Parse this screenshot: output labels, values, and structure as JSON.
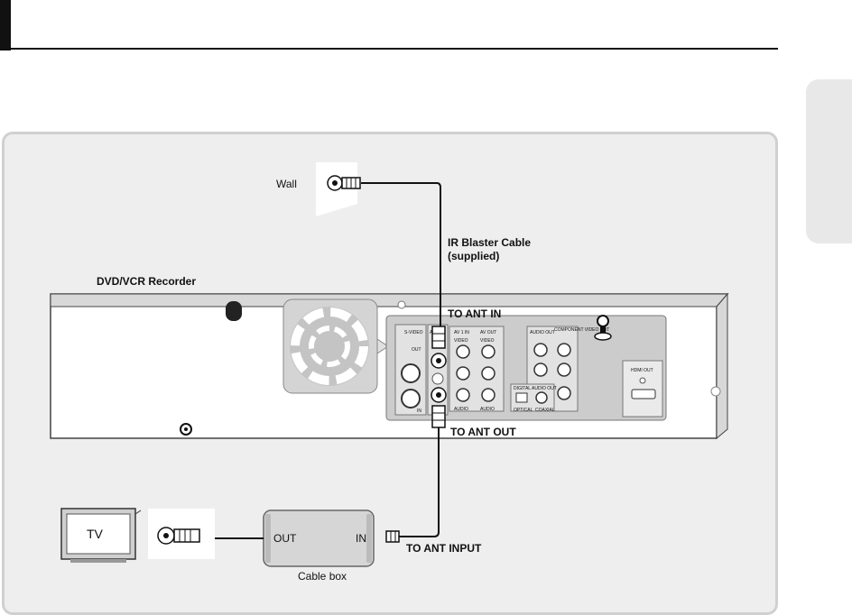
{
  "labels": {
    "wall": "Wall",
    "ir_blaster": "IR Blaster Cable",
    "ir_blaster_note": "(supplied)",
    "recorder": "DVD/VCR Recorder",
    "ant_in": "TO ANT IN",
    "ant_out": "TO ANT OUT",
    "tv": "TV",
    "box_out": "OUT",
    "box_in": "IN",
    "ant_input": "TO ANT INPUT",
    "cable_box": "Cable box"
  },
  "panel_labels": {
    "s_video": "S-VIDEO",
    "out": "OUT",
    "in": "IN",
    "ant": "ANT",
    "av1_in": "AV 1 IN",
    "av_out": "AV OUT",
    "video": "VIDEO",
    "audio": "AUDIO",
    "audio_out": "AUDIO OUT",
    "component_video_out": "COMPONENT VIDEO OUT",
    "digital_audio_out": "DIGITAL AUDIO OUT",
    "optical": "OPTICAL",
    "coaxial": "COAXIAL",
    "hdmi_out": "HDMI OUT"
  }
}
